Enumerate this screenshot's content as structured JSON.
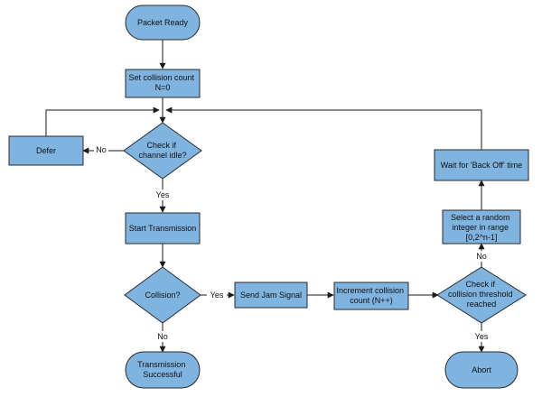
{
  "colors": {
    "node_fill": "#7fb3e0",
    "node_stroke": "#2a2a2a",
    "edge": "#1a1a1a"
  },
  "nodes": {
    "packet_ready": "Packet Ready",
    "set_count": [
      "Set collision count",
      "N=0"
    ],
    "check_idle": [
      "Check if",
      "channel idle?"
    ],
    "defer": "Defer",
    "start_tx": "Start Transmission",
    "collision": "Collision?",
    "tx_success": [
      "Transmission",
      "Successful"
    ],
    "send_jam": "Send Jam Signal",
    "increment": [
      "Increment collision",
      "count (N++)"
    ],
    "check_threshold": [
      "Check if",
      "collision threshold",
      "reached"
    ],
    "select_random": [
      "Select a random",
      "integer in range",
      "[0,2^n-1]"
    ],
    "wait_backoff": "Wait for 'Back Off' time",
    "abort": "Abort"
  },
  "edge_labels": {
    "idle_no": "No",
    "idle_yes": "Yes",
    "collision_yes": "Yes",
    "collision_no": "No",
    "threshold_no": "No",
    "threshold_yes": "Yes"
  }
}
